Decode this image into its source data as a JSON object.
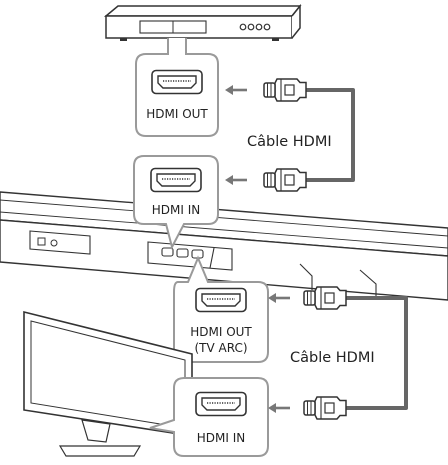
{
  "ports": {
    "source_out": "HDMI OUT",
    "soundbar_in": "HDMI IN",
    "soundbar_out_line1": "HDMI OUT",
    "soundbar_out_line2": "(TV ARC)",
    "tv_in": "HDMI IN"
  },
  "cables": {
    "top": "Câble HDMI",
    "bottom": "Câble HDMI"
  },
  "colors": {
    "line": "#333333",
    "callout_border": "#9a9a9a",
    "cable": "#666666",
    "arrow": "#777777"
  },
  "icons": [
    "hdmi-port-icon",
    "hdmi-plug-icon",
    "arrow-left-icon"
  ]
}
